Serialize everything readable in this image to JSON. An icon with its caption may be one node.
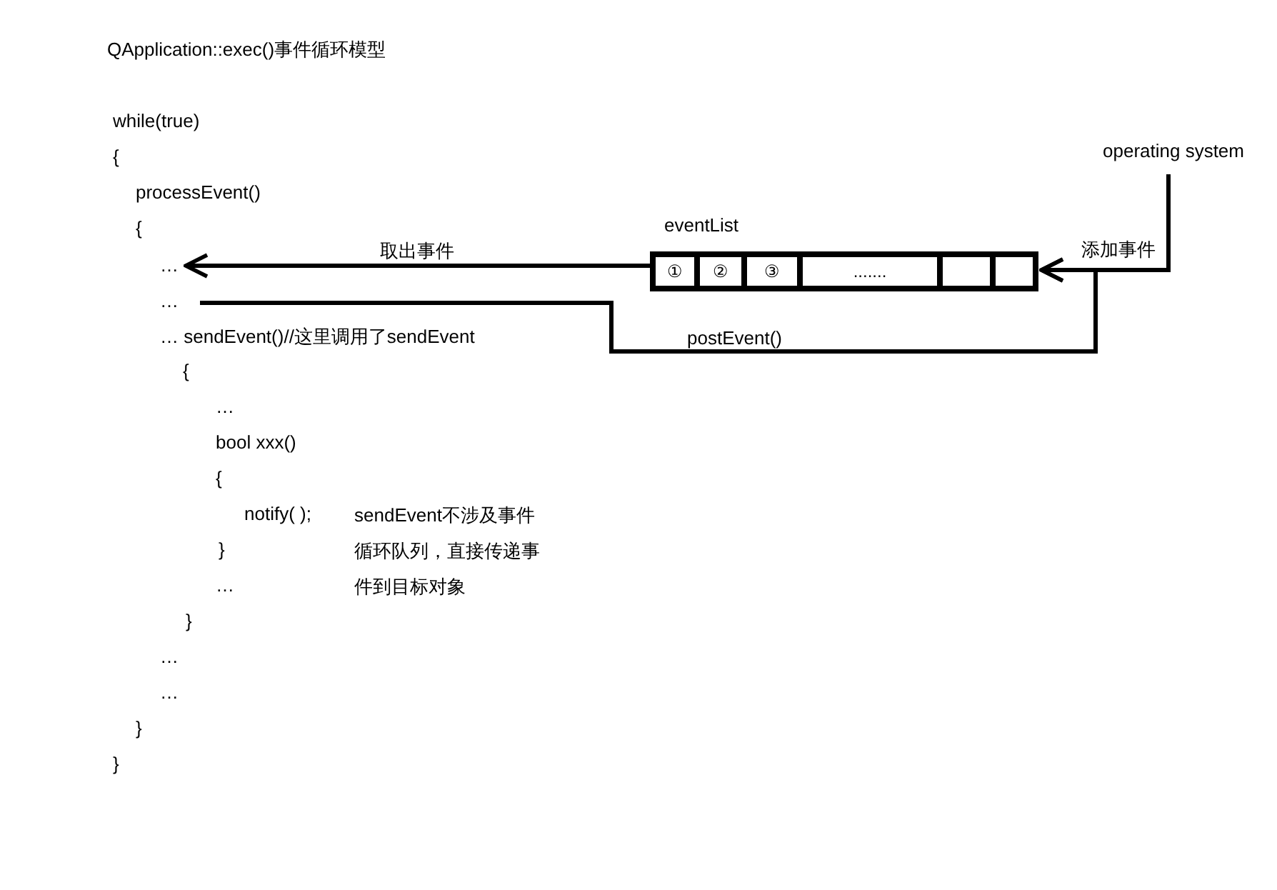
{
  "diagram": {
    "title": "QApplication::exec()事件循环模型",
    "nodes": [
      {
        "text": [
          "eventList"
        ]
      },
      {
        "text": [
          "①"
        ],
        "in": 0
      },
      {
        "text": [
          "②"
        ],
        "in": 0
      },
      {
        "text": [
          "③"
        ],
        "in": 0
      },
      {
        "text": [
          "......."
        ],
        "in": 0
      },
      {
        "text": [],
        "shape": "box",
        "in": 0
      },
      {
        "text": [],
        "shape": "box",
        "in": 0
      },
      {
        "text": [
          "…"
        ]
      },
      {
        "text": [
          "…"
        ]
      },
      {
        "text": [
          "operating system"
        ]
      }
    ],
    "edges": [
      {
        "from": 0,
        "to": 7,
        "arrow": "to",
        "label": "取出事件"
      },
      {
        "from": 8,
        "to": 0,
        "arrow": "to",
        "label": "postEvent()"
      },
      {
        "from": 9,
        "to": 0,
        "arrow": "to",
        "label": "添加事件"
      }
    ],
    "labels": [
      "while(true)",
      "{",
      "processEvent()",
      "{",
      "… sendEvent()//这里调用了sendEvent",
      "{",
      "…",
      "bool xxx()",
      "{",
      "notify( );",
      "sendEvent不涉及事件循环队列，直接传递事件到目标对象",
      "}",
      "…",
      "}",
      "…",
      "…",
      "}",
      "}"
    ]
  }
}
